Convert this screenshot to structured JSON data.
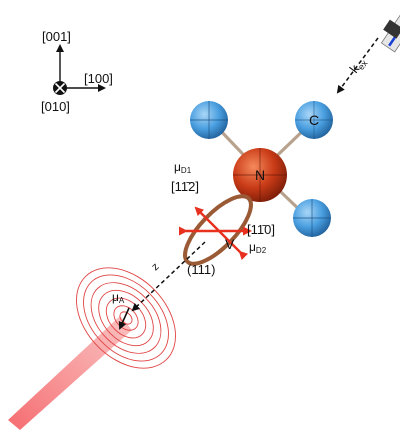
{
  "axes": {
    "up_label": "[001]",
    "right_label": "[100]",
    "into_label": "[010]"
  },
  "excitation": {
    "wavevector_symbol": "k",
    "wavevector_subscript": "ex"
  },
  "molecule": {
    "center_atom": "N",
    "carbon_atom": "C"
  },
  "dipoles": {
    "mu_d1_symbol": "μ",
    "mu_d1_subscript": "D1",
    "mu_d1_direction": "[11̄2]",
    "mu_d2_symbol": "μ",
    "mu_d2_subscript": "D2",
    "mu_d2_direction": "[11̄0]",
    "vacancy_label": "V",
    "axis_direction": "(111)",
    "axis_symbol": "z",
    "mu_a_symbol": "μ",
    "mu_a_subscript": "A"
  },
  "colors": {
    "atom_blue": "#3f95d8",
    "nitrogen_red": "#c23a18",
    "dipole_red": "#e8301e",
    "ring_brown": "#9a5a36",
    "emission_pink": "#ef5b5b",
    "polarization_blue": "#1a3fd6"
  }
}
